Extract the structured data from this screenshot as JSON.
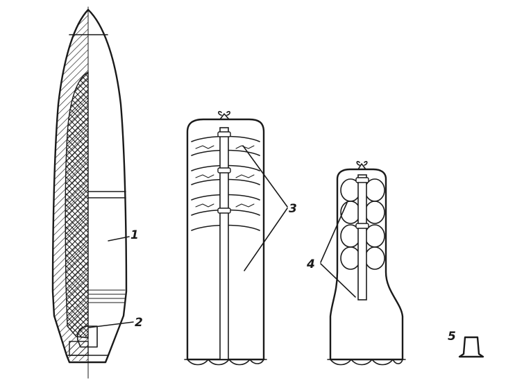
{
  "figure": {
    "callouts": [
      {
        "id": "1",
        "text": "1"
      },
      {
        "id": "2",
        "text": "2"
      },
      {
        "id": "3",
        "text": "3"
      },
      {
        "id": "4",
        "text": "4"
      },
      {
        "id": "5",
        "text": "5"
      }
    ],
    "colors": {
      "ink": "#1a1a1a",
      "paper": "#ffffff",
      "shade": "#9a9a9a"
    }
  }
}
